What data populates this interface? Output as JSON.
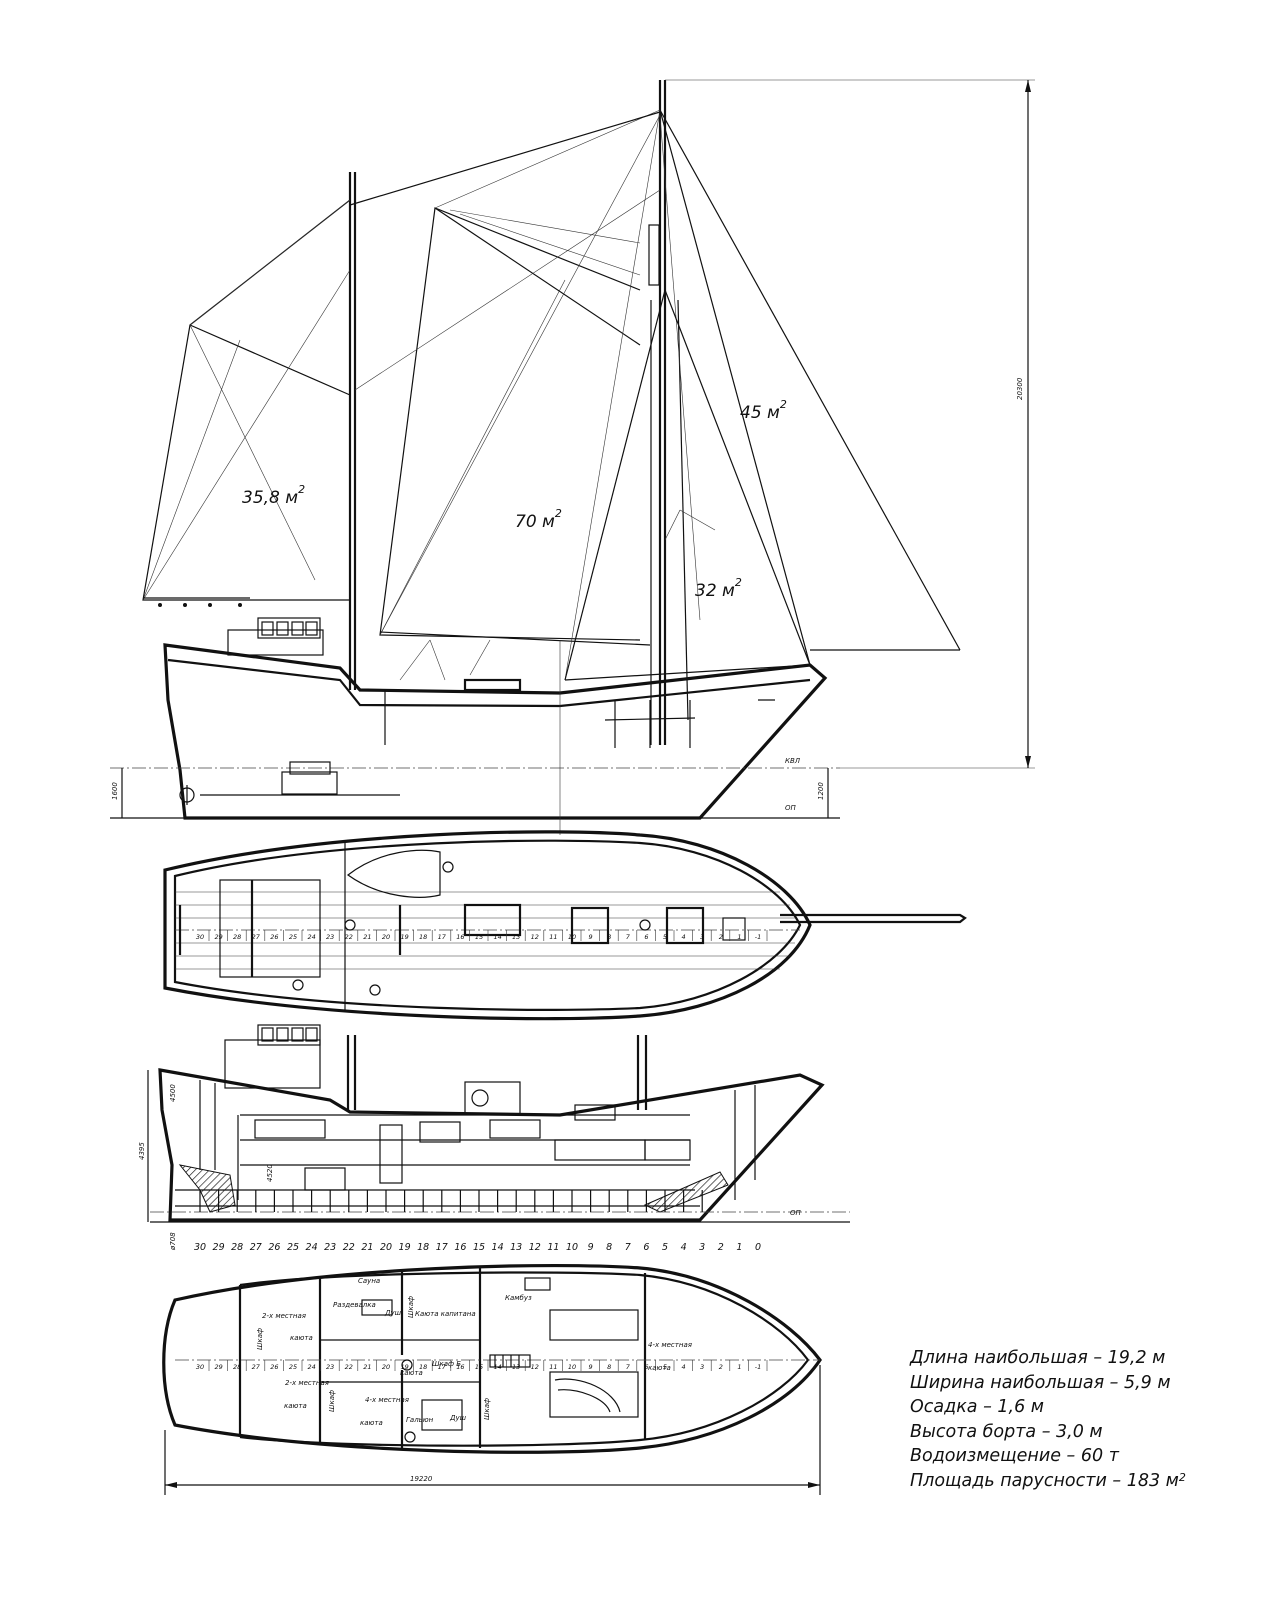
{
  "sails": {
    "mizzen": {
      "area": "35,8 м",
      "sup": "2"
    },
    "main": {
      "area": "70 м",
      "sup": "2"
    },
    "fore_top": {
      "area": "45 м",
      "sup": "2"
    },
    "jib": {
      "area": "32 м",
      "sup": "2"
    }
  },
  "profile_labels": {
    "kvl": "КВЛ",
    "op": "ОП",
    "op2": "ОП"
  },
  "dimensions": {
    "mast_height": "20300",
    "draft": "1600",
    "freeboard": "1200",
    "depth": "4395",
    "overall_length": "19220",
    "inboard_small": "4500",
    "berth_height": "4520",
    "frame_offset": "ø708"
  },
  "frames": {
    "row": [
      "30",
      "29",
      "28",
      "27",
      "26",
      "25",
      "24",
      "23",
      "22",
      "21",
      "20",
      "19",
      "18",
      "17",
      "16",
      "15",
      "14",
      "13",
      "12",
      "11",
      "10",
      "9",
      "8",
      "7",
      "6",
      "5",
      "4",
      "3",
      "2",
      "1",
      "0"
    ],
    "deck": [
      "30",
      "29",
      "28",
      "27",
      "26",
      "25",
      "24",
      "23",
      "22",
      "21",
      "20",
      "19",
      "18",
      "17",
      "16",
      "15",
      "14",
      "13",
      "12",
      "11",
      "10",
      "9",
      "8",
      "7",
      "6",
      "5",
      "4",
      "3",
      "2",
      "1",
      "-1"
    ]
  },
  "compartments": {
    "sauna": "Сауна",
    "razdevalka": "Раздевалка",
    "dush1": "Душ",
    "shkaf1": "Шкаф",
    "kaveta_kap": "Каюта капитана",
    "kambuz": "Камбуз",
    "two_berth_1": "2-х местная",
    "kaveta1": "каюта",
    "shkaf2": "Шкаф",
    "shkaf_b": "Шкаф Б",
    "two_berth_2": "2-х местная",
    "kaveta2": "каюта",
    "four_berth_1": "4-х местная",
    "kaveta3": "каюта",
    "shkaf3": "Шкаф",
    "galyun": "Гальюн",
    "dush2": "Душ",
    "shkaf4": "Шкаф",
    "four_berth_2": "4-х местная",
    "kaveta4": "каюта",
    "kaveta5": "каюта"
  },
  "specs": [
    {
      "text": "Длина наибольшая – 19,2 м"
    },
    {
      "text": "Ширина наибольшая – 5,9 м"
    },
    {
      "text": "Осадка – 1,6 м"
    },
    {
      "text": "Высота борта – 3,0 м"
    },
    {
      "text": "Водоизмещение – 60 т"
    },
    {
      "text": "Площадь парусности – 183 м",
      "sup": "2"
    }
  ]
}
